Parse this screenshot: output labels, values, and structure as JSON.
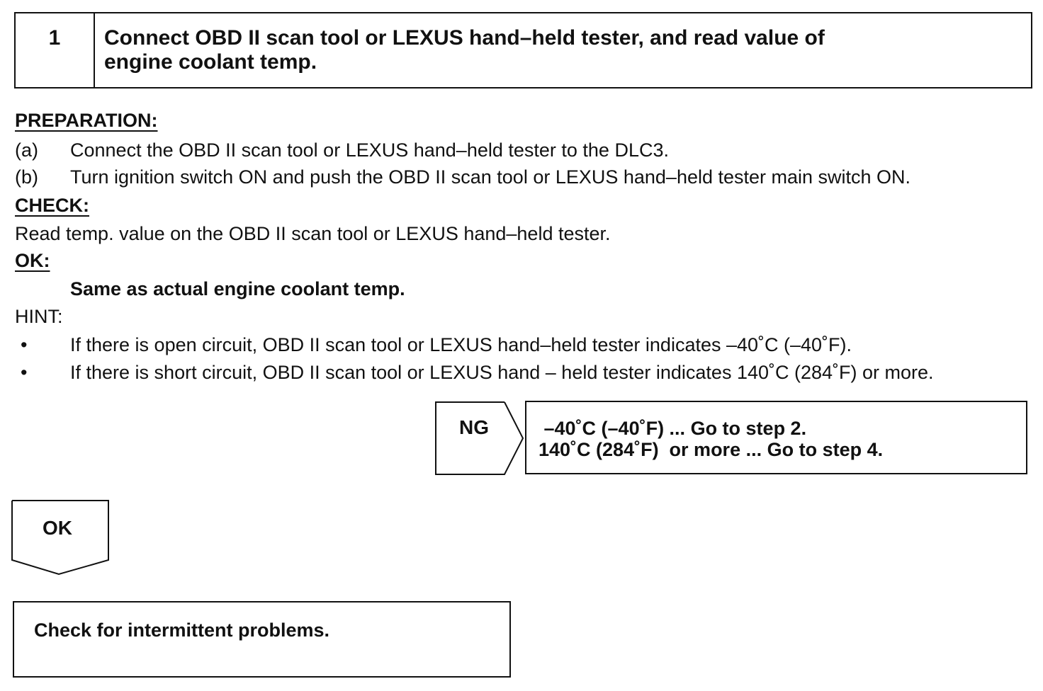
{
  "step": {
    "number": "1",
    "title": "Connect OBD II scan tool or LEXUS hand–held tester, and read value of\nengine coolant temp."
  },
  "preparation": {
    "heading": "PREPARATION:",
    "items": [
      {
        "label": "(a)",
        "text": "Connect the OBD II scan tool or LEXUS hand–held tester to the DLC3."
      },
      {
        "label": "(b)",
        "text": "Turn ignition switch ON and push the OBD II scan tool or LEXUS hand–held tester main switch ON."
      }
    ]
  },
  "check": {
    "heading": "CHECK:",
    "text": "Read temp. value on the OBD II scan tool or LEXUS hand–held tester."
  },
  "ok": {
    "heading": "OK:",
    "text": "Same as actual engine coolant temp."
  },
  "hint": {
    "heading": "HINT:",
    "bullets": [
      {
        "mark": "•",
        "text": "If there is open circuit, OBD II scan tool or LEXUS hand–held tester indicates –40˚C (–40˚F)."
      },
      {
        "mark": "•",
        "text": "If there is short circuit, OBD II scan tool or LEXUS hand – held tester indicates 140˚C (284˚F) or more."
      }
    ]
  },
  "ng_flow": {
    "label": "NG",
    "lines": [
      " –40˚C (–40˚F) ... Go to step 2.",
      "140˚C (284˚F)  or more ... Go to step 4."
    ]
  },
  "ok_flow": {
    "label": "OK",
    "result": "Check for intermittent problems."
  }
}
